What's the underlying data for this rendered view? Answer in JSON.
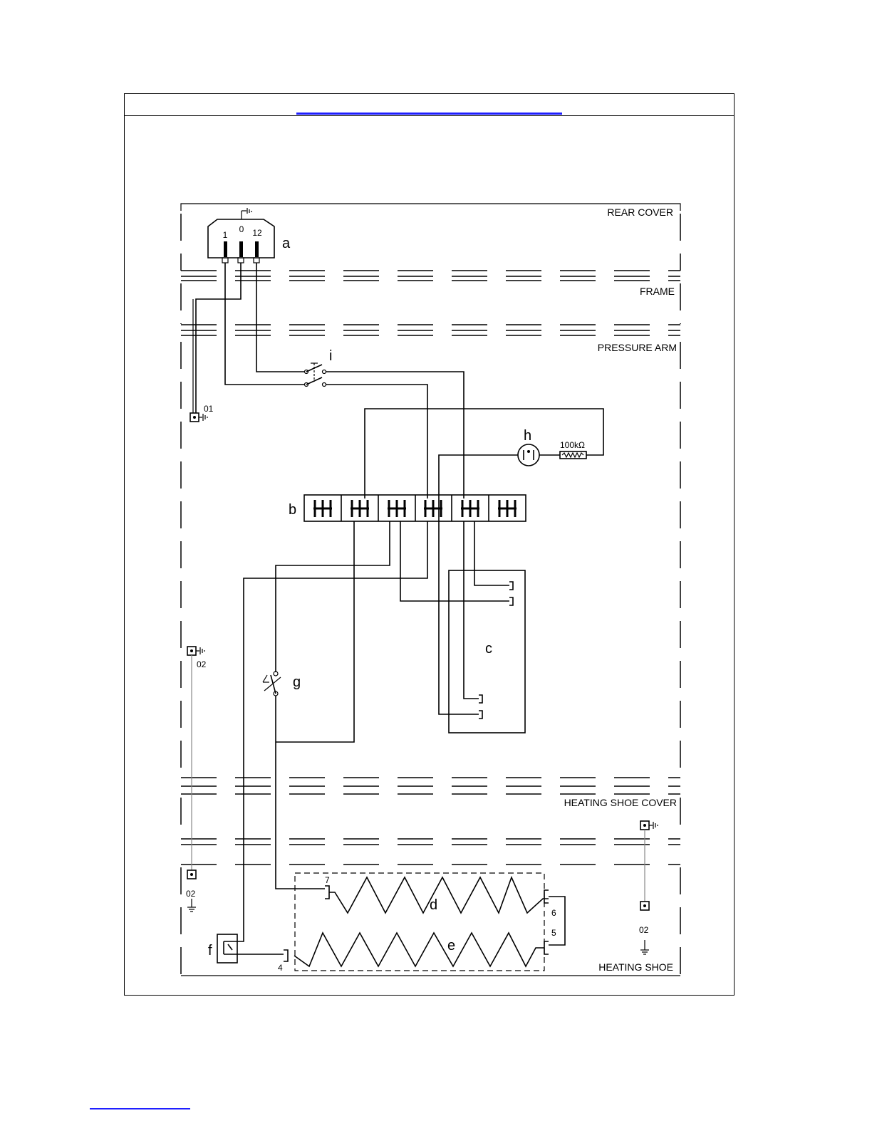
{
  "zones": {
    "rear_cover": "REAR COVER",
    "frame": "FRAME",
    "pressure_arm": "PRESSURE ARM",
    "heating_shoe_cover": "HEATING SHOE COVER",
    "heating_shoe": "HEATING SHOE"
  },
  "components": {
    "a": "a",
    "b": "b",
    "c": "c",
    "d": "d",
    "e": "e",
    "f": "f",
    "g": "g",
    "h": "h",
    "i": "i"
  },
  "plug_pins": {
    "pin1": "1",
    "pin0": "0",
    "pin12": "12"
  },
  "resistor_value": "100kΩ",
  "ground_labels": {
    "g01": "01",
    "g02_a": "02",
    "g02_b": "02",
    "g02_c": "02"
  },
  "terminals": {
    "t7": "7",
    "t6": "6",
    "t5": "5",
    "t4": "4"
  },
  "colors": {
    "link": "#1f1fff",
    "line": "#000000"
  }
}
